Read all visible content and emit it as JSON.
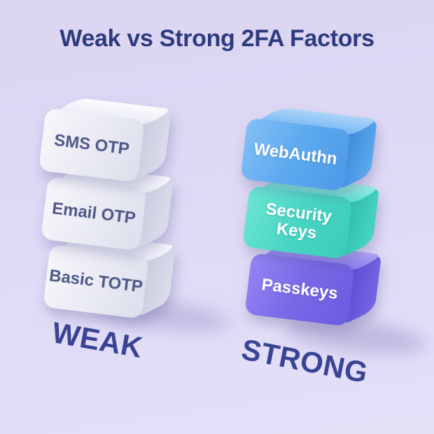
{
  "title": "Weak vs Strong 2FA Factors",
  "weak_stack": {
    "caption": "WEAK",
    "blocks": [
      {
        "label": "SMS OTP",
        "face_color": "#ebecf4",
        "text_color": "#4d5987"
      },
      {
        "label": "Email OTP",
        "face_color": "#ebecf4",
        "text_color": "#4d5987"
      },
      {
        "label": "Basic TOTP",
        "face_color": "#ebecf4",
        "text_color": "#4d5987"
      }
    ]
  },
  "strong_stack": {
    "caption": "STRONG",
    "blocks": [
      {
        "label": "WebAuthn",
        "face_color": "#5ca9ef",
        "text_color": "#ffffff"
      },
      {
        "label": "Security Keys",
        "face_color": "#48d6c3",
        "text_color": "#ffffff"
      },
      {
        "label": "Passkeys",
        "face_color": "#7769e6",
        "text_color": "#ffffff"
      }
    ]
  },
  "colors": {
    "background": "#ded9f5",
    "title_text": "#2d3b7e",
    "caption_text": "#3a4494",
    "weak_block_side": "#c7cade",
    "strong_block_sides": [
      "#3b85d8",
      "#2cb9a8",
      "#5949cc"
    ]
  }
}
